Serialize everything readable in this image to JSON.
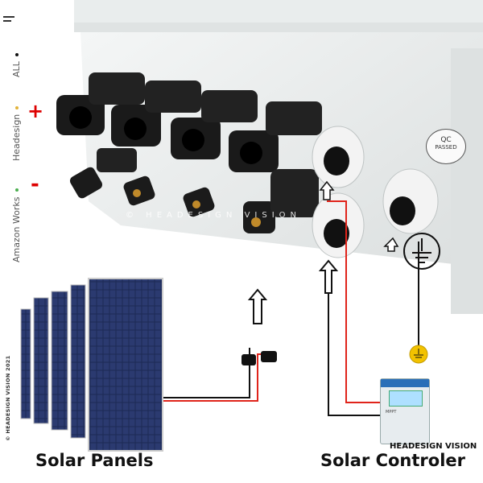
{
  "sidebar": {
    "items": [
      {
        "label": "ALL",
        "dot_color": "#111111"
      },
      {
        "label": "Headesign",
        "dot_color": "#e2b33a"
      },
      {
        "label": "Amazon Works",
        "dot_color": "#4caf50"
      }
    ]
  },
  "copyright": "© HEADESIGN VISION 2021",
  "watermark": "© HEADESIGN VISION",
  "signs": {
    "plus": "+",
    "minus": "-"
  },
  "qc_label": {
    "line1": "QC",
    "line2": "PASSED"
  },
  "captions": {
    "panels": "Solar Panels",
    "controller": "Solar Controler"
  },
  "brand": "HEADESIGN VISION",
  "controller": {
    "label": "MPPT"
  },
  "colors": {
    "wire_red": "#e0241b",
    "wire_black": "#111111",
    "box": "#e9ecec",
    "ground": "#f2c200"
  },
  "icons": [
    "menu-icon",
    "arrow-up-icon",
    "ground-icon",
    "mc4-connector-icon"
  ]
}
